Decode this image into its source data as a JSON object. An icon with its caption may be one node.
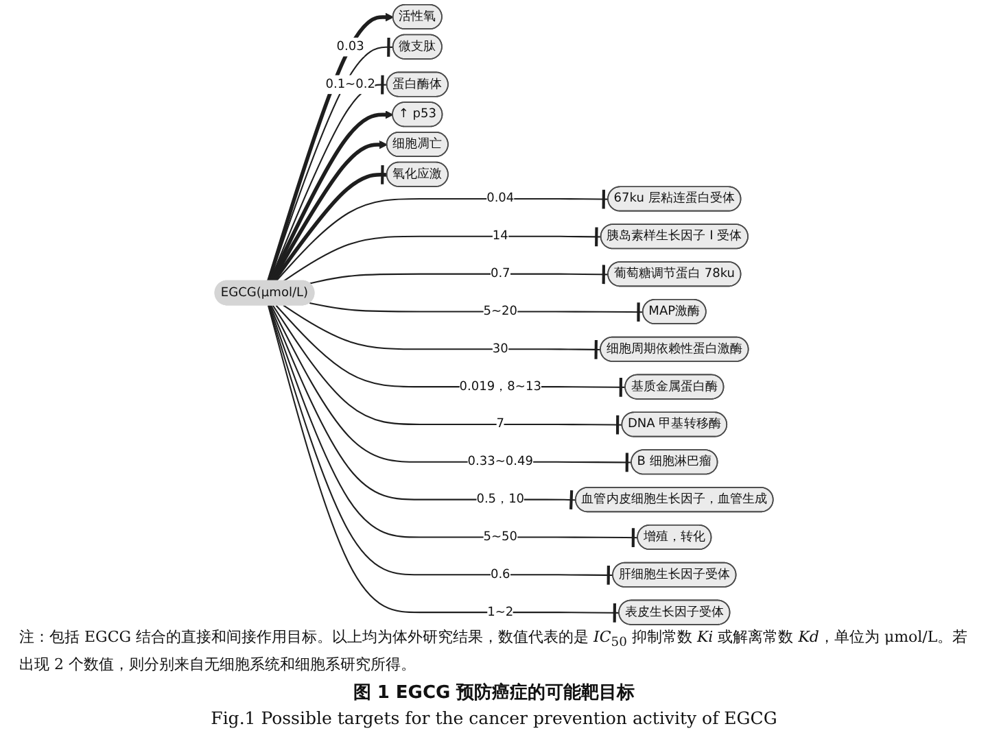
{
  "diagram": {
    "caption": "图 1 EGCG 预防癌症的可能靶目标",
    "nodes": [
      {
        "text": [
          "EGCG(μmol/L)"
        ]
      },
      {
        "text": [
          "活性氧"
        ]
      },
      {
        "text": [
          "67ku 层粘连蛋白受体"
        ]
      },
      {
        "text": [
          "胰岛素样生长因子 I 受体"
        ]
      },
      {
        "text": [
          "微支肽"
        ]
      },
      {
        "text": [
          "葡萄糖调节蛋白 78ku"
        ]
      },
      {
        "text": [
          "MAP激酶"
        ]
      },
      {
        "text": [
          "细胞周期依赖性蛋白激酶"
        ]
      },
      {
        "text": [
          "蛋白酶体"
        ]
      },
      {
        "text": [
          "基质金属蛋白酶"
        ]
      },
      {
        "text": [
          "DNA 甲基转移酶"
        ]
      },
      {
        "text": [
          "↑ p53"
        ]
      },
      {
        "text": [
          "B 细胞淋巴瘤"
        ]
      },
      {
        "text": [
          "细胞凋亡"
        ]
      },
      {
        "text": [
          "血管内皮细胞生长因子，血管生成"
        ]
      },
      {
        "text": [
          "增殖，转化"
        ]
      },
      {
        "text": [
          "肝细胞生长因子受体"
        ]
      },
      {
        "text": [
          "表皮生长因子受体"
        ]
      },
      {
        "text": [
          "氧化应激"
        ]
      }
    ],
    "edges": [
      {
        "from": 0,
        "to": 1,
        "arrow": "to",
        "style": "thick"
      },
      {
        "from": 0,
        "to": 2,
        "arrow": "other",
        "label": "0.04"
      },
      {
        "from": 0,
        "to": 3,
        "arrow": "other",
        "label": "14"
      },
      {
        "from": 0,
        "to": 4,
        "arrow": "other",
        "label": "0.03"
      },
      {
        "from": 0,
        "to": 5,
        "arrow": "other",
        "label": "0.7"
      },
      {
        "from": 0,
        "to": 6,
        "arrow": "other",
        "label": "5~20"
      },
      {
        "from": 0,
        "to": 7,
        "arrow": "other",
        "label": "30"
      },
      {
        "from": 0,
        "to": 8,
        "arrow": "other",
        "label": "0.1~0.2"
      },
      {
        "from": 0,
        "to": 9,
        "arrow": "other",
        "label": "0.019，8~13"
      },
      {
        "from": 0,
        "to": 10,
        "arrow": "other",
        "label": "7"
      },
      {
        "from": 0,
        "to": 11,
        "arrow": "to",
        "style": "thick"
      },
      {
        "from": 0,
        "to": 12,
        "arrow": "other",
        "label": "0.33~0.49"
      },
      {
        "from": 0,
        "to": 13,
        "arrow": "to",
        "style": "thick"
      },
      {
        "from": 0,
        "to": 14,
        "arrow": "other",
        "label": "0.5，10"
      },
      {
        "from": 0,
        "to": 15,
        "arrow": "other",
        "label": "5~50"
      },
      {
        "from": 0,
        "to": 16,
        "arrow": "other",
        "label": "0.6"
      },
      {
        "from": 0,
        "to": 17,
        "arrow": "other",
        "label": "1~2"
      },
      {
        "from": 0,
        "to": 18,
        "arrow": "other",
        "style": "thick"
      }
    ],
    "labels": [
      "注：包括 EGCG 结合的直接和间接作用目标。以上均为体外研究结果，数值代表的是 *IC*$_{50}$ 抑制常数 *Ki* 或解离常数 *Kd*，单位为 μmol/L。若出现 2 个数值，则分别来自无细胞系统和细胞系研究所得。",
      "Fig.1 Possible targets for the cancer prevention activity of EGCG"
    ]
  }
}
